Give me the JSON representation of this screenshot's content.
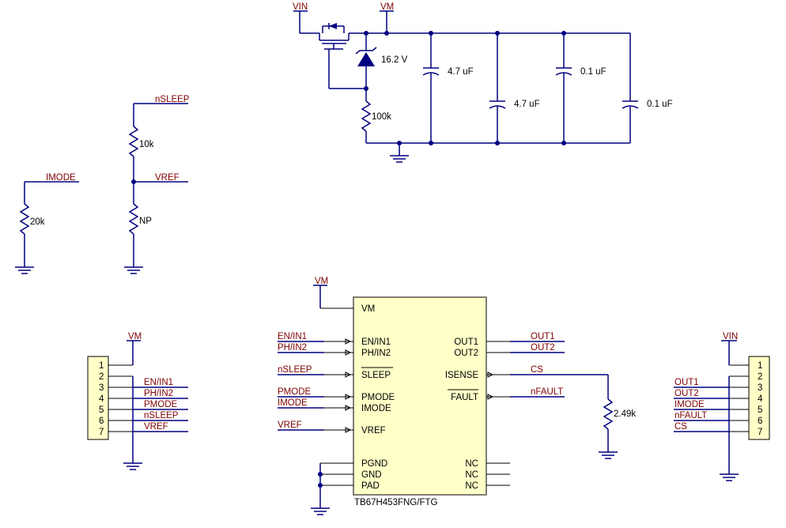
{
  "power": {
    "vin_label": "VIN",
    "vm_label": "VM",
    "zener_value": "16.2 V",
    "resistor_value": "100k",
    "caps": [
      "4.7 uF",
      "4.7 uF",
      "0.1 uF",
      "0.1 uF"
    ]
  },
  "imode_net": {
    "label": "IMODE",
    "resistor_value": "20k"
  },
  "sleep_net": {
    "nsleep_label": "nSLEEP",
    "r1_value": "10k",
    "vref_label": "VREF",
    "r2_value": "NP"
  },
  "left_header": {
    "vm_label": "VM",
    "pin_numbers": [
      "1",
      "2",
      "3",
      "4",
      "5",
      "6",
      "7"
    ],
    "net_labels": [
      "EN/IN1",
      "PH/IN2",
      "PMODE",
      "nSLEEP",
      "VREF"
    ]
  },
  "ic": {
    "part_name": "TB67H453FNG/FTG",
    "vm_label": "VM",
    "left_pins": [
      "VM",
      "EN/IN1",
      "PH/IN2",
      "SLEEP",
      "PMODE",
      "IMODE",
      "VREF",
      "PGND",
      "GND",
      "PAD"
    ],
    "right_pins": [
      "OUT1",
      "OUT2",
      "ISENSE",
      "FAULT",
      "NC",
      "NC",
      "NC"
    ],
    "input_nets": [
      "EN/IN1",
      "PH/IN2",
      "nSLEEP",
      "PMODE",
      "IMODE",
      "VREF"
    ],
    "output_nets": [
      "OUT1",
      "OUT2",
      "CS",
      "nFAULT"
    ],
    "sense_resistor": "2.49k"
  },
  "right_header": {
    "vin_label": "VIN",
    "pin_numbers": [
      "1",
      "2",
      "3",
      "4",
      "5",
      "6",
      "7"
    ],
    "net_labels": [
      "OUT1",
      "OUT2",
      "IMODE",
      "nFAULT",
      "CS"
    ]
  }
}
